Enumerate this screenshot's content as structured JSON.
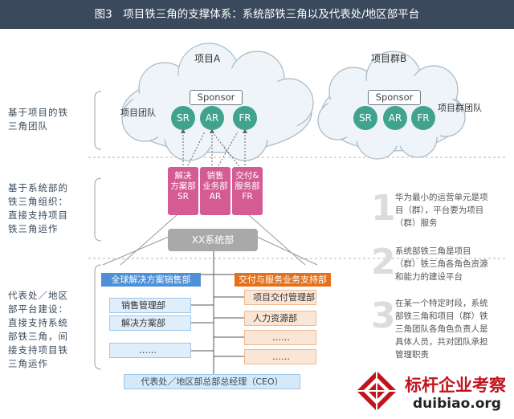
{
  "title": "图3　项目铁三角的支撑体系：系统部铁三角以及代表处/地区部平台",
  "left_labels": {
    "l1": [
      "基于项目的铁",
      "三角团队"
    ],
    "l2": [
      "基于系统部的",
      "铁三角组织：",
      "直接支持项目",
      "铁三角运作"
    ],
    "l3": [
      "代表处／地区",
      "部平台建设：",
      "直接支持系统",
      "部铁三角，间",
      "接支持项目铁",
      "三角运作"
    ]
  },
  "project_a": {
    "title": "项目A",
    "sponsor": "Sponsor",
    "team": "项目团队",
    "roles": [
      "SR",
      "AR",
      "FR"
    ]
  },
  "project_b": {
    "title": "项目群B",
    "sponsor": "Sponsor",
    "team": "项目群团队",
    "roles": [
      "SR",
      "AR",
      "FR"
    ]
  },
  "pink_boxes": [
    {
      "l1": "解决",
      "l2": "方案部",
      "l3": "SR"
    },
    {
      "l1": "销售",
      "l2": "业务部",
      "l3": "AR"
    },
    {
      "l1": "交付&",
      "l2": "服务部",
      "l3": "FR"
    }
  ],
  "xx": "XX系统部",
  "global_hdr": "全球解决方案销售部",
  "delivery_hdr": "交付与服务业务支持部",
  "blue_items": [
    "销售管理部",
    "解决方案部",
    "……"
  ],
  "orange_items": [
    "项目交付管理部",
    "人力资源部",
    "……",
    "……"
  ],
  "ceo": "代表处／地区部总部总经理（CEO）",
  "notes": [
    {
      "num": "1",
      "lines": [
        "华为最小的运营单元是项",
        "目（群），平台要为项目",
        "（群）服务"
      ]
    },
    {
      "num": "2",
      "lines": [
        "系统部铁三角是项目",
        "（群）铁三角各角色资源",
        "和能力的建设平台"
      ]
    },
    {
      "num": "3",
      "lines": [
        "在某一个特定时段，系统",
        "部铁三角和项目（群）铁",
        "三角团队各角色负责人是",
        "具体人员，共对团队承担",
        "管理职责"
      ]
    }
  ],
  "watermark": {
    "name": "标杆企业考察",
    "url": "duibiao.org"
  },
  "colors": {
    "teal": "#3fa38e",
    "pink": "#d45b93",
    "blue": "#4d90d6",
    "orange": "#e6701a",
    "title_bg": "#3a4a5c"
  }
}
